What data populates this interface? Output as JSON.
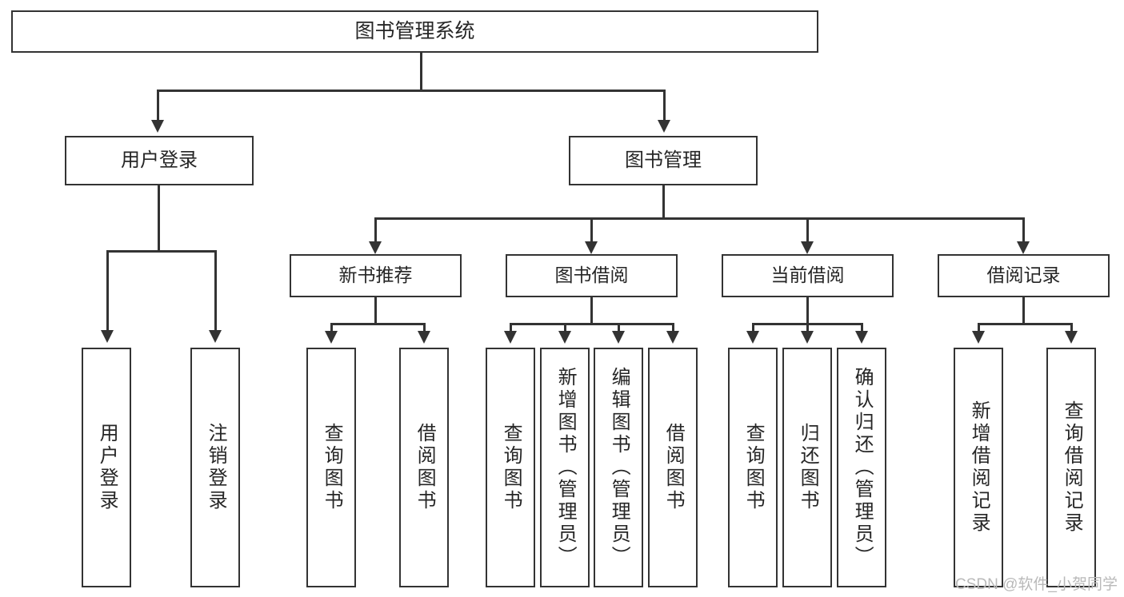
{
  "diagram": {
    "title": "图书管理系统",
    "type": "tree",
    "watermark": "CSDN @软件_小贺同学",
    "colors": {
      "box_border": "#333333",
      "box_fill": "#ffffff",
      "text": "#262626",
      "connector": "#333333",
      "watermark": "#b9b9b9",
      "background": "#ffffff"
    },
    "root": {
      "label": "图书管理系统"
    },
    "level2": [
      {
        "id": "user-login",
        "label": "用户登录"
      },
      {
        "id": "book-management",
        "label": "图书管理"
      }
    ],
    "level3": [
      {
        "id": "new-book-recommend",
        "label": "新书推荐"
      },
      {
        "id": "book-borrow",
        "label": "图书借阅"
      },
      {
        "id": "current-borrow",
        "label": "当前借阅"
      },
      {
        "id": "borrow-record",
        "label": "借阅记录"
      }
    ],
    "leaves": {
      "user_login": [
        {
          "id": "leaf-user-login",
          "label": "用户登录"
        },
        {
          "id": "leaf-logout-login",
          "label": "注销登录"
        }
      ],
      "new_book_recommend": [
        {
          "id": "leaf-query-book-1",
          "label": "查询图书"
        },
        {
          "id": "leaf-borrow-book-1",
          "label": "借阅图书"
        }
      ],
      "book_borrow": [
        {
          "id": "leaf-query-book-2",
          "label": "查询图书"
        },
        {
          "id": "leaf-add-book",
          "label": "新增图书（管理员）"
        },
        {
          "id": "leaf-edit-book",
          "label": "编辑图书（管理员）"
        },
        {
          "id": "leaf-borrow-book-2",
          "label": "借阅图书"
        }
      ],
      "current_borrow": [
        {
          "id": "leaf-query-book-3",
          "label": "查询图书"
        },
        {
          "id": "leaf-return-book",
          "label": "归还图书"
        },
        {
          "id": "leaf-confirm-return",
          "label": "确认归还（管理员）"
        }
      ],
      "borrow_record": [
        {
          "id": "leaf-add-record",
          "label": "新增借阅记录"
        },
        {
          "id": "leaf-query-record",
          "label": "查询借阅记录"
        }
      ]
    }
  }
}
